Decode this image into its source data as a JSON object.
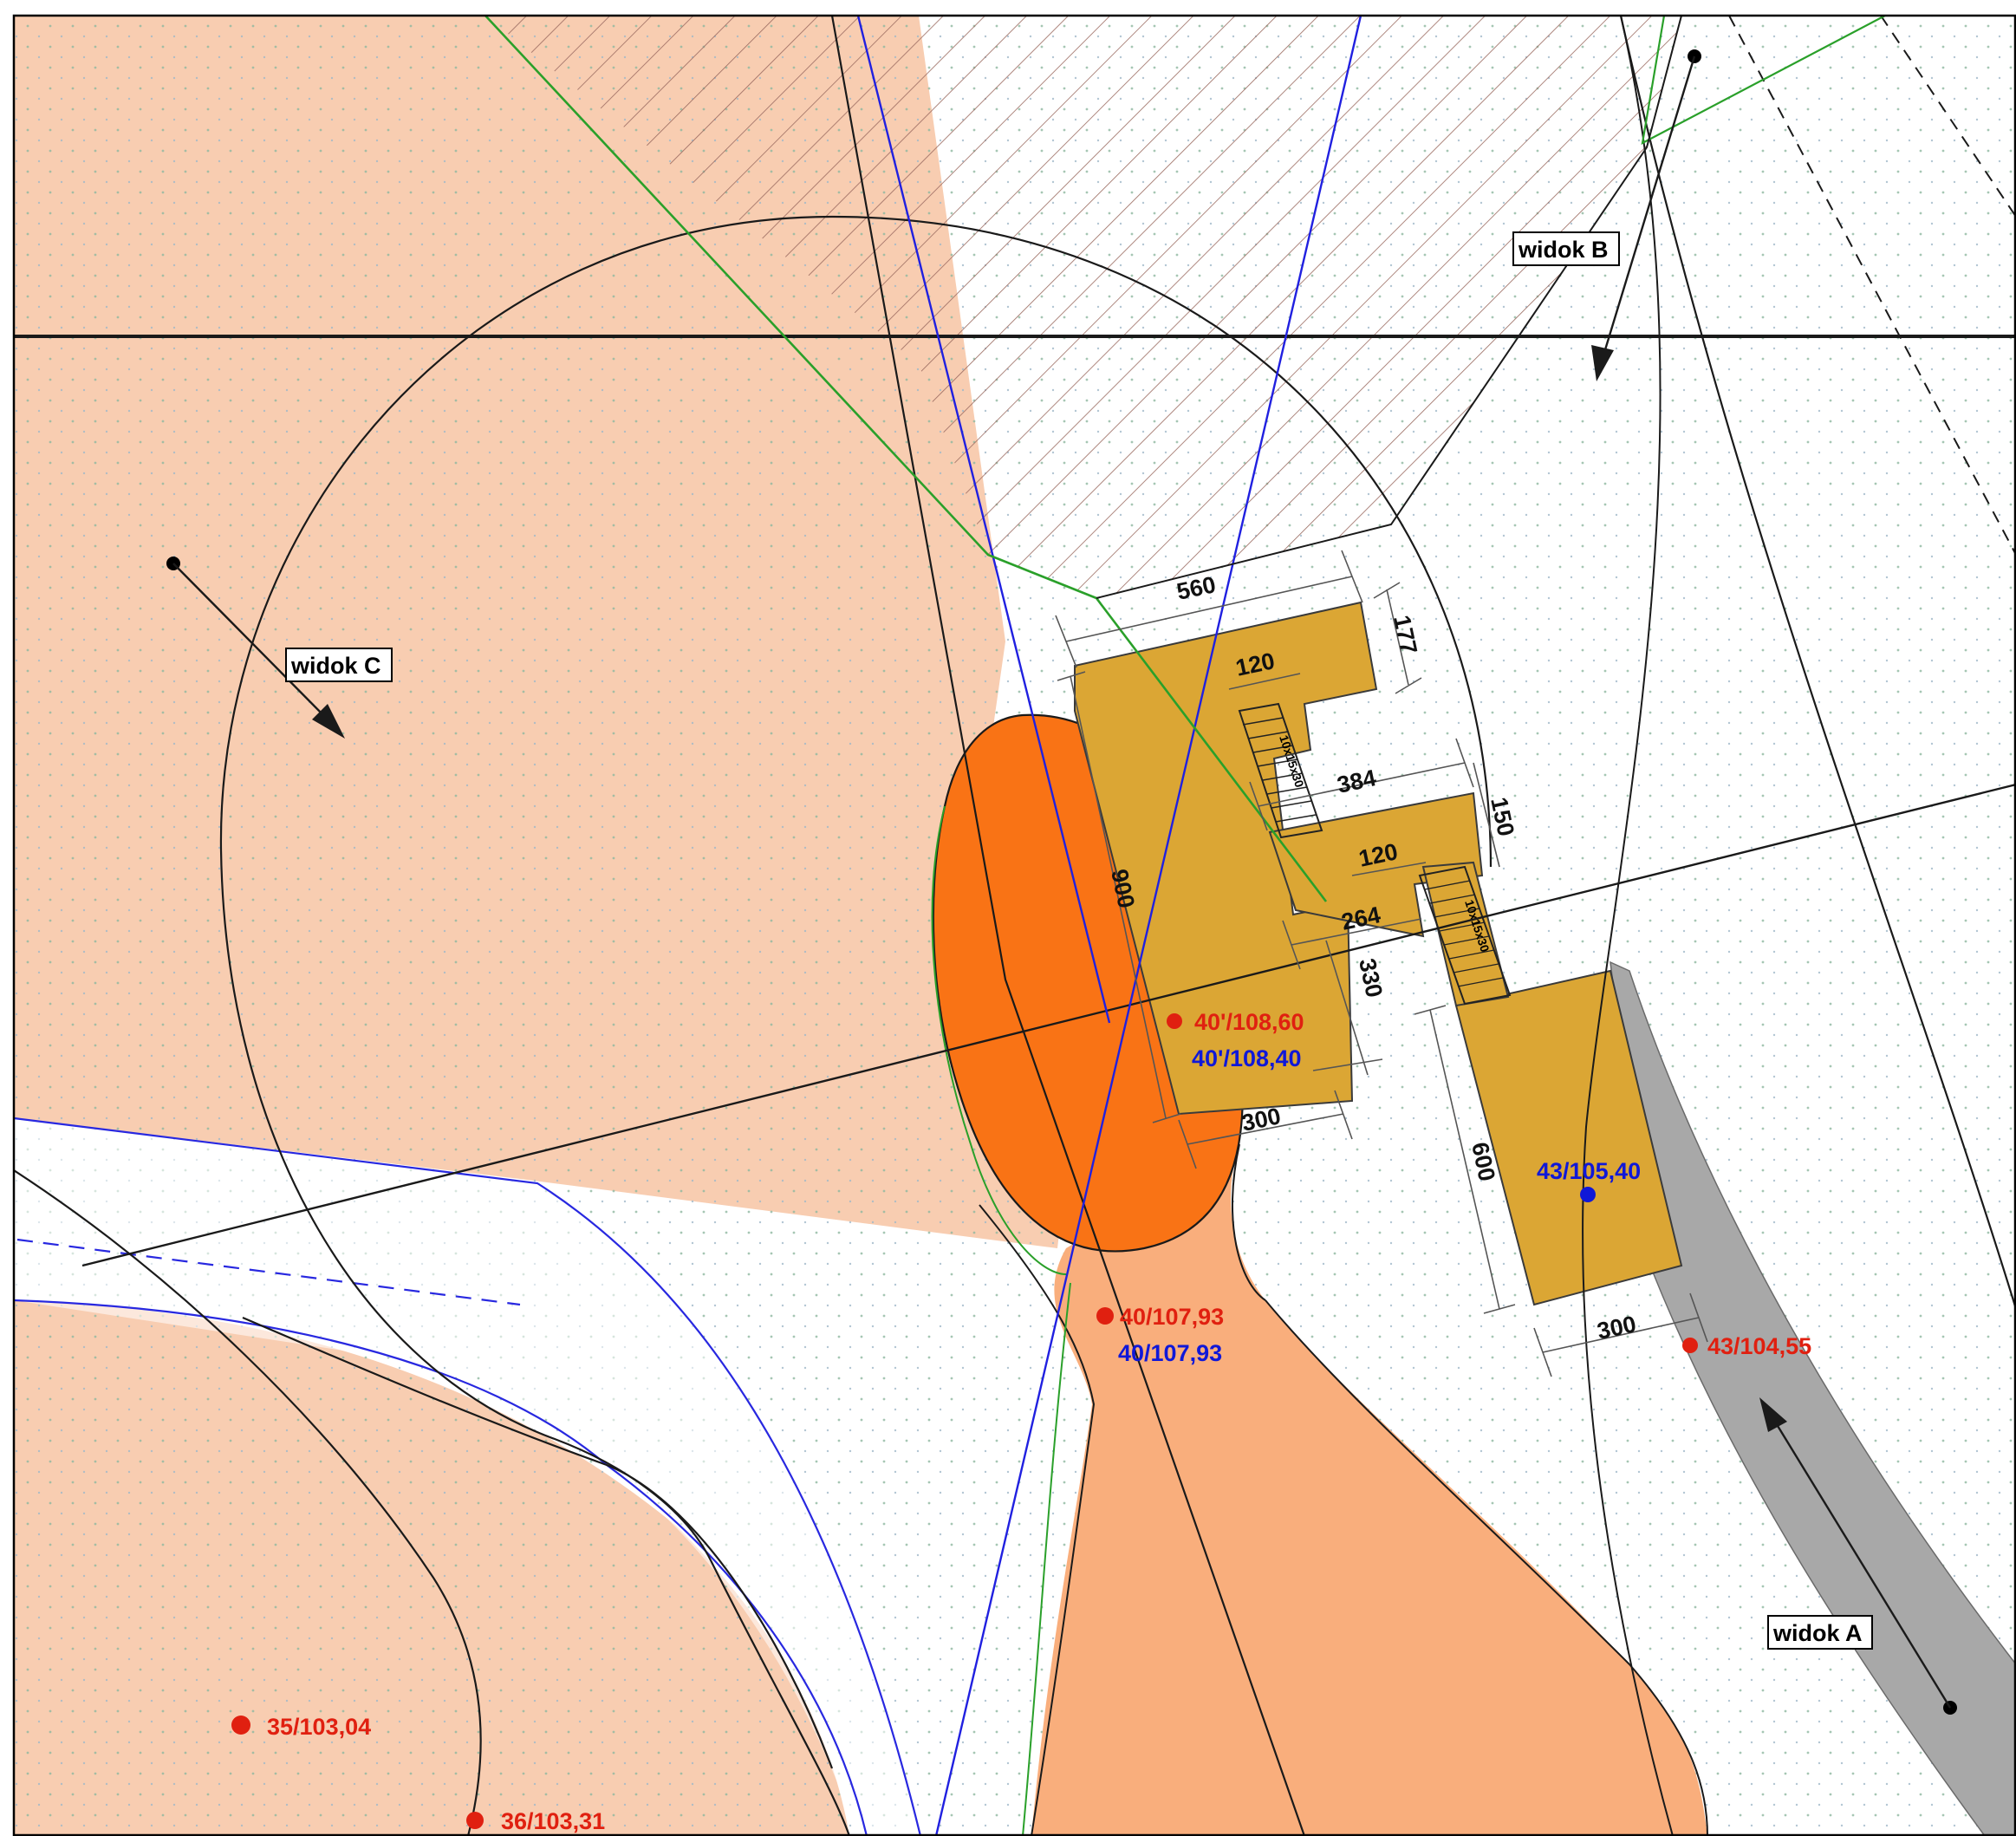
{
  "view_labels": {
    "a": "widok A",
    "b": "widok B",
    "c": "widok C"
  },
  "dimensions": {
    "d560": "560",
    "d177": "177",
    "d120_top": "120",
    "d384": "384",
    "d150": "150",
    "d120_mid": "120",
    "d264": "264",
    "d900": "900",
    "d330": "330",
    "d300_left": "300",
    "d600": "600",
    "d300_right": "300"
  },
  "stairs": {
    "upper": "10x15x30",
    "lower": "10x15x30"
  },
  "levels": {
    "red_40_108_60": "40'/108,60",
    "blue_40_108_40": "40'/108,40",
    "blue_43_105_40": "43/105,40",
    "red_40_107_93": "40/107,93",
    "blue_40_107_93": "40/107,93",
    "red_43_104_55": "43/104,55",
    "red_35_103_04": "35/103,04",
    "red_36_103_31": "36/103,31"
  },
  "colors": {
    "terrain_peach": "#f8cdb1",
    "orange_path": "#f9ae7c",
    "dark_orange": "#f97315",
    "building_gold": "#dba634",
    "road_gray": "#a8a8a8",
    "level_red": "#e02010",
    "level_blue": "#1018d8",
    "boundary_green": "#2aa02a",
    "hatch_brown": "#8a5a50"
  }
}
